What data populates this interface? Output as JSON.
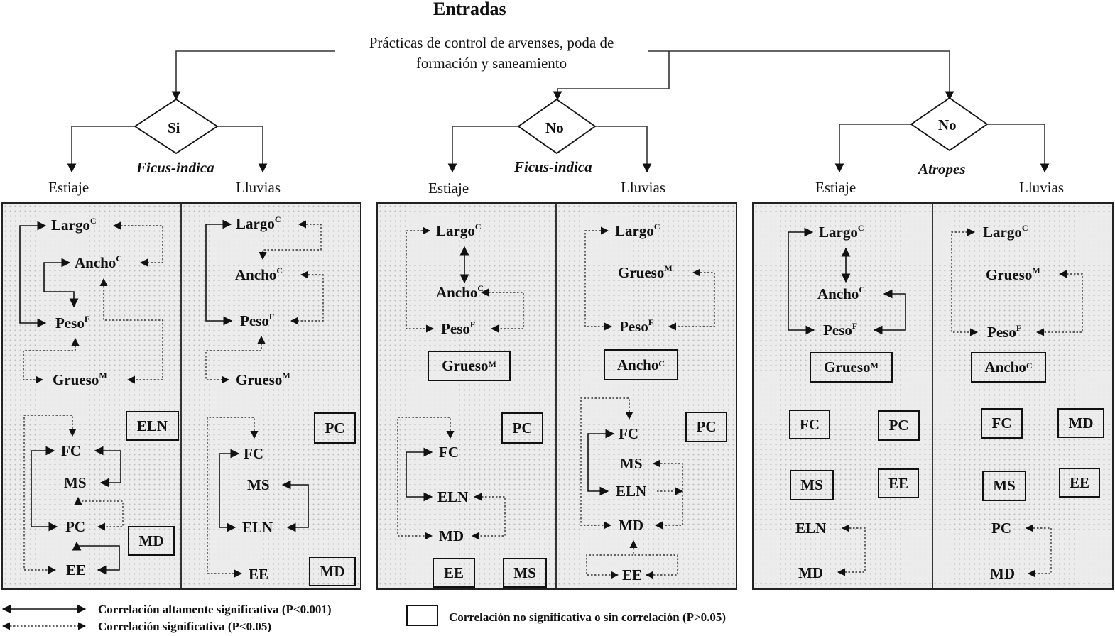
{
  "title": "Entradas",
  "input": {
    "line1": "Prácticas de control de arvenses, poda de",
    "line2": "formación y saneamiento"
  },
  "decisions": [
    {
      "label": "Si",
      "species": "Ficus-indica"
    },
    {
      "label": "No",
      "species": "Ficus-indica"
    },
    {
      "label": "No",
      "species": "Atropes"
    }
  ],
  "seasons": {
    "dry": "Estiaje",
    "rain": "Lluvias"
  },
  "superscripts": {
    "C": "C",
    "F": "F",
    "M": "M"
  },
  "variables": {
    "largo": "Largo",
    "ancho": "Ancho",
    "peso": "Peso",
    "grueso": "Grueso",
    "fc": "FC",
    "ms": "MS",
    "pc": "PC",
    "ee": "EE",
    "eln": "ELN",
    "md": "MD"
  },
  "legend": {
    "high": "Correlación altamente significativa (P<0.001)",
    "sig": "Correlación significativa (P<0.05)",
    "none": "Correlación no significativa o sin correlación (P>0.05)"
  },
  "colors": {
    "panel_bg": "#ececec",
    "dots": "#bdbdbd",
    "lines": "#222222"
  }
}
